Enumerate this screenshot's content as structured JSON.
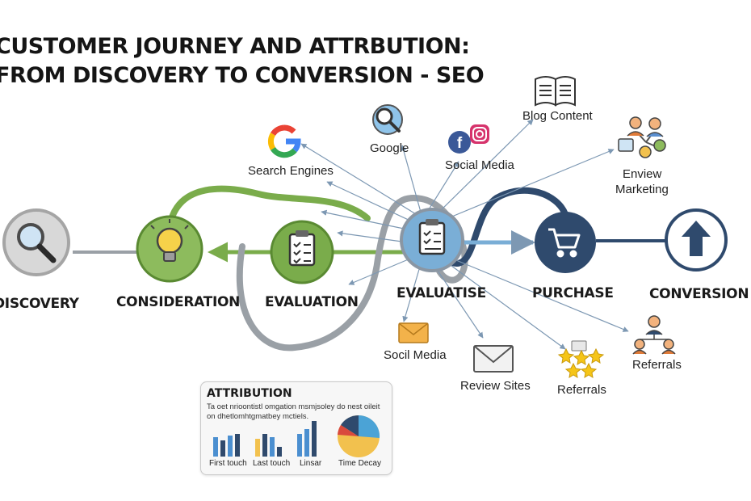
{
  "title": {
    "line1": "CUSTOMER JOURNEY AND ATTRBUTION:",
    "line2": "FROM DISCOVERY TO CONVERSION - SEO"
  },
  "stages": {
    "discovery": "DISCOVERY",
    "consideration": "CONSIDERATION",
    "evaluation": "EVALUATION",
    "evaluatise": "EVALUATISE",
    "purchase": "PURCHASE",
    "conversion": "CONVERSION"
  },
  "channels": {
    "search_engines": "Search Engines",
    "google": "Google",
    "social_media": "Social Media",
    "blog_content": "Blog Content",
    "enview_marketing_1": "Enview",
    "enview_marketing_2": "Marketing",
    "socil_media": "Socil Media",
    "review_sites": "Review Sites",
    "referrals_stars": "Referrals",
    "referrals_people": "Referrals"
  },
  "attribution": {
    "title": "ATTRIBUTION",
    "description": "Ta oet nrioontistl omgation msmjsoley do nest oileit on dhetlomhtgmatbey mctiels.",
    "models": [
      "First touch",
      "Last touch",
      "Linsar",
      "Time Decay"
    ]
  },
  "colors": {
    "green": "#7aac4b",
    "navy": "#2f4a6d",
    "grey_loop": "#9aa0a6",
    "arrow_blue": "#7d98b3",
    "hub_blue": "#7aaed6"
  },
  "icons": {
    "discovery": "magnifier-icon",
    "consideration": "lightbulb-icon",
    "evaluation": "clipboard-checklist-icon",
    "evaluatise": "clipboard-checklist-icon",
    "purchase": "shopping-cart-icon",
    "conversion": "arrow-up-icon",
    "google": "google-logo-icon",
    "search": "search-magnifier-icon",
    "social": "facebook-instagram-icon",
    "blog": "open-book-icon",
    "network": "people-network-icon",
    "mail": "envelope-icon",
    "stars": "stars-icon",
    "referrals": "people-tree-icon"
  }
}
